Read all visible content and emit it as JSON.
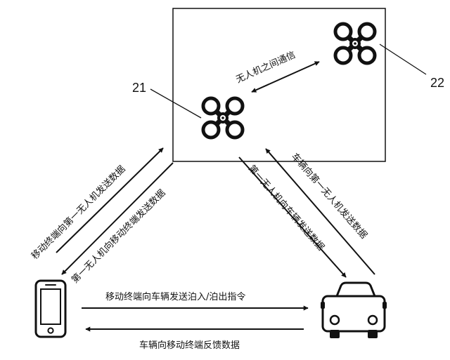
{
  "diagram": {
    "reference_numbers": {
      "drone_1": "21",
      "drone_2": "22"
    },
    "labels": {
      "drone_to_drone": "无人机之间通信",
      "mobile_to_drone": "移动终端向第一无人机发送数据",
      "drone_to_mobile": "第一无人机向移动终端发送数据",
      "drone_to_vehicle": "第一无人机向车辆发送数据",
      "vehicle_to_drone": "车辆向第一无人机发送数据",
      "mobile_to_vehicle": "移动终端向车辆发送泊入/泊出指令",
      "vehicle_to_mobile": "车辆向移动终端反馈数据"
    },
    "icons": {
      "drone": "drone-icon",
      "mobile": "mobile-phone-icon",
      "vehicle": "car-icon"
    },
    "colors": {
      "stroke": "#111111",
      "background": "#ffffff"
    }
  }
}
